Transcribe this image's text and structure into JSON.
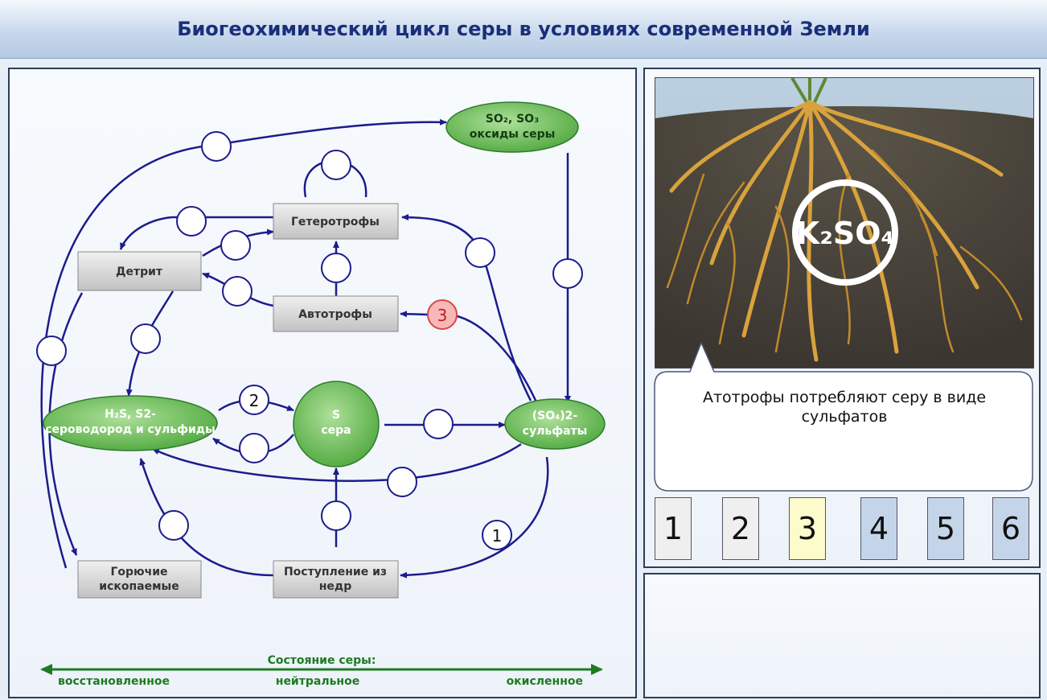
{
  "header": {
    "title": "Биогеохимический цикл серы в условиях современной Земли"
  },
  "diagram": {
    "oxides": {
      "line1": "SO₂, SO₃",
      "line2": "оксиды серы"
    },
    "heterotrophs": "Гетеротрофы",
    "detritus": "Детрит",
    "autotrophs": "Автотрофы",
    "hydrogen_sulfide": {
      "line1": "H₂S, S2-",
      "line2": "сероводород и сульфиды"
    },
    "sulfur": {
      "line1": "S",
      "line2": "сера"
    },
    "sulfates": {
      "line1": "(SO₄)2-",
      "line2": "сульфаты"
    },
    "fossil_fuels": {
      "line1": "Горючие",
      "line2": "ископаемые"
    },
    "from_depths": {
      "line1": "Поступление из",
      "line2": "недр"
    },
    "step_markers": [
      "1",
      "2",
      "3"
    ],
    "legend": {
      "title": "Состояние серы:",
      "reduced": "восстановленное",
      "neutral": "нейтральное",
      "oxidized": "окисленное"
    }
  },
  "photo": {
    "formula": "K₂SO₄"
  },
  "caption": "Атотрофы потребляют серу в виде сульфатов",
  "steps": [
    "1",
    "2",
    "3",
    "4",
    "5",
    "6"
  ],
  "colors": {
    "arrow": "#1c1c8c",
    "ellipse_fill": "#5cb04c",
    "box_fill": "#d4d4d4",
    "highlight_marker": "#f8b8b8",
    "step_viewed": "#efefef",
    "step_active": "#fbfbcc",
    "step_pending": "#c5d5e9",
    "legend_green": "#1e7a22"
  }
}
